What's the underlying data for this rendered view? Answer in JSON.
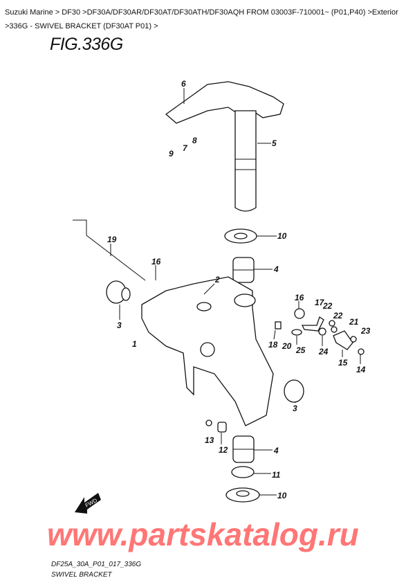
{
  "breadcrumb": "Suzuki Marine > DF30 >DF30A/DF30AR/DF30AT/DF30ATH/DF30AQH FROM 03003F-710001~ (P01,P40) >Exterior >336G - SWIVEL BRACKET (DF30AT P01) >",
  "figure_title": "FIG.336G",
  "fwd_label": "FWD",
  "watermark": "www.partskatalog.ru",
  "drawing_code": "DF25A_30A_P01_017_336G",
  "drawing_caption": "SWIVEL BRACKET",
  "callouts": [
    "6",
    "7",
    "8",
    "9",
    "5",
    "10",
    "4",
    "19",
    "16",
    "2",
    "3",
    "1",
    "16",
    "17",
    "22",
    "22",
    "21",
    "23",
    "18",
    "20",
    "25",
    "24",
    "15",
    "14",
    "3",
    "4",
    "13",
    "12",
    "11",
    "10"
  ]
}
